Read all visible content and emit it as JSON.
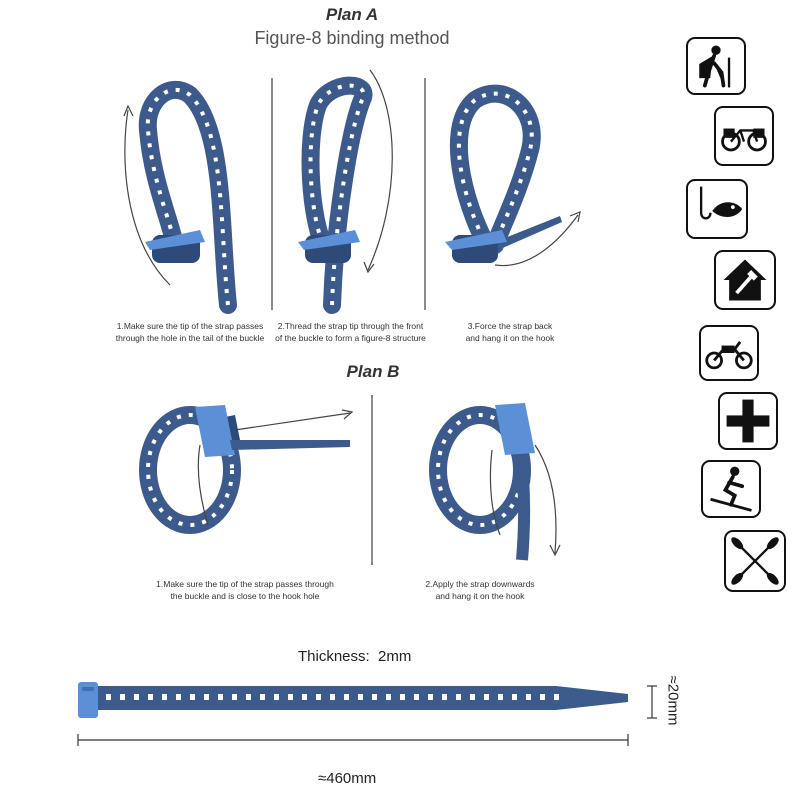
{
  "plan_a": {
    "title": "Plan A",
    "subtitle": "Figure-8 binding method",
    "steps": [
      {
        "line1": "1.Make sure the tip of the strap passes",
        "line2": "through the hole in the tail of the buckle"
      },
      {
        "line1": "2.Thread the strap tip through the front",
        "line2": "of the buckle to form a figure-8 structure"
      },
      {
        "line1": "3.Force the strap back",
        "line2": "and hang it on the hook"
      }
    ]
  },
  "plan_b": {
    "title": "Plan B",
    "steps": [
      {
        "line1": "1.Make sure the tip of the strap passes through",
        "line2": "the buckle and is close to the hook hole"
      },
      {
        "line1": "2.Apply the strap downwards",
        "line2": "and hang it on the hook"
      }
    ]
  },
  "specs": {
    "thickness_label": "Thickness:",
    "thickness_value": "2mm",
    "width": "≈20mm",
    "length": "≈460mm"
  },
  "icons": [
    "hiking-icon",
    "bicycle-icon",
    "fishing-icon",
    "home-repair-icon",
    "motorcycle-icon",
    "first-aid-icon",
    "skiing-icon",
    "kayak-paddles-icon"
  ],
  "colors": {
    "strap": "#3d5a8c",
    "buckle": "#5b8fd6",
    "icon_border": "#111111"
  }
}
